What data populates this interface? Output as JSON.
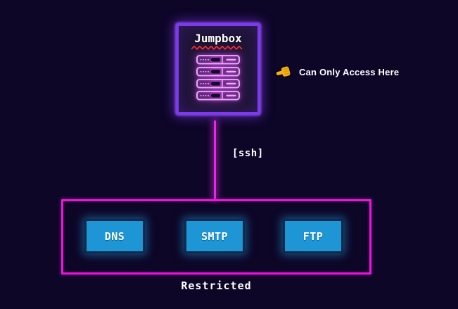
{
  "colors": {
    "background": "#0d0627",
    "jumpbox_border": "#7c3aed",
    "jumpbox_fill": "#1e1438",
    "server_icon_stroke": "#e7b7f9",
    "neon_line_magenta": "#e529e5",
    "restricted_border": "#ef13e0",
    "service_fill": "#1e96d5",
    "service_border": "#0b2b4c",
    "hand_yellow": "#f6b312",
    "squiggle_red": "#ff2d23",
    "text": "#ffffff"
  },
  "jumpbox": {
    "label": "Jumpbox",
    "icon": "server-rack"
  },
  "annotation": {
    "icon": "pointing-left-hand",
    "text": "Can Only Access Here"
  },
  "link": {
    "label": "[ssh]"
  },
  "restricted": {
    "label": "Restricted",
    "services": [
      {
        "label": "DNS"
      },
      {
        "label": "SMTP"
      },
      {
        "label": "FTP"
      }
    ]
  }
}
